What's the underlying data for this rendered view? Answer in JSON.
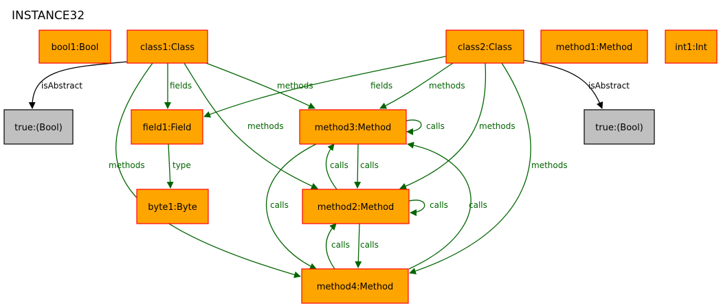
{
  "title": "INSTANCE32",
  "colors": {
    "class_fill": "#ffa500",
    "class_stroke": "#ff0000",
    "value_fill": "#c0c0c0",
    "value_stroke": "#000000",
    "edge_green": "#006400",
    "edge_black": "#000000"
  },
  "nodes": [
    {
      "id": "bool1",
      "label": "bool1:Bool",
      "kind": "object"
    },
    {
      "id": "class1",
      "label": "class1:Class",
      "kind": "object"
    },
    {
      "id": "class2",
      "label": "class2:Class",
      "kind": "object"
    },
    {
      "id": "method1",
      "label": "method1:Method",
      "kind": "object"
    },
    {
      "id": "int1",
      "label": "int1:Int",
      "kind": "object"
    },
    {
      "id": "true1",
      "label": "true:(Bool)",
      "kind": "value"
    },
    {
      "id": "field1",
      "label": "field1:Field",
      "kind": "object"
    },
    {
      "id": "method3",
      "label": "method3:Method",
      "kind": "object"
    },
    {
      "id": "true2",
      "label": "true:(Bool)",
      "kind": "value"
    },
    {
      "id": "byte1",
      "label": "byte1:Byte",
      "kind": "object"
    },
    {
      "id": "method2",
      "label": "method2:Method",
      "kind": "object"
    },
    {
      "id": "method4",
      "label": "method4:Method",
      "kind": "object"
    }
  ],
  "edges": [
    {
      "id": "e1",
      "from": "class1",
      "to": "true1",
      "label": "isAbstract"
    },
    {
      "id": "e2",
      "from": "class1",
      "to": "field1",
      "label": "fields"
    },
    {
      "id": "e3",
      "from": "class1",
      "to": "method3",
      "label": "methods"
    },
    {
      "id": "e4",
      "from": "class1",
      "to": "method2",
      "label": "methods"
    },
    {
      "id": "e5",
      "from": "class1",
      "to": "method4",
      "label": "methods"
    },
    {
      "id": "e6",
      "from": "class2",
      "to": "field1",
      "label": "fields"
    },
    {
      "id": "e7",
      "from": "class2",
      "to": "method3",
      "label": "methods"
    },
    {
      "id": "e8",
      "from": "class2",
      "to": "method2",
      "label": "methods"
    },
    {
      "id": "e9",
      "from": "class2",
      "to": "method4",
      "label": "methods"
    },
    {
      "id": "e10",
      "from": "class2",
      "to": "true2",
      "label": "isAbstract"
    },
    {
      "id": "e11",
      "from": "field1",
      "to": "byte1",
      "label": "type"
    },
    {
      "id": "e12",
      "from": "method3",
      "to": "method3",
      "label": "calls"
    },
    {
      "id": "e13",
      "from": "method3",
      "to": "method2",
      "label": "calls"
    },
    {
      "id": "e14",
      "from": "method2",
      "to": "method3",
      "label": "calls"
    },
    {
      "id": "e15",
      "from": "method3",
      "to": "method4",
      "label": "calls"
    },
    {
      "id": "e16",
      "from": "method2",
      "to": "method2",
      "label": "calls"
    },
    {
      "id": "e17",
      "from": "method2",
      "to": "method4",
      "label": "calls"
    },
    {
      "id": "e18",
      "from": "method4",
      "to": "method2",
      "label": "calls"
    },
    {
      "id": "e19",
      "from": "method4",
      "to": "method3",
      "label": "calls"
    }
  ]
}
